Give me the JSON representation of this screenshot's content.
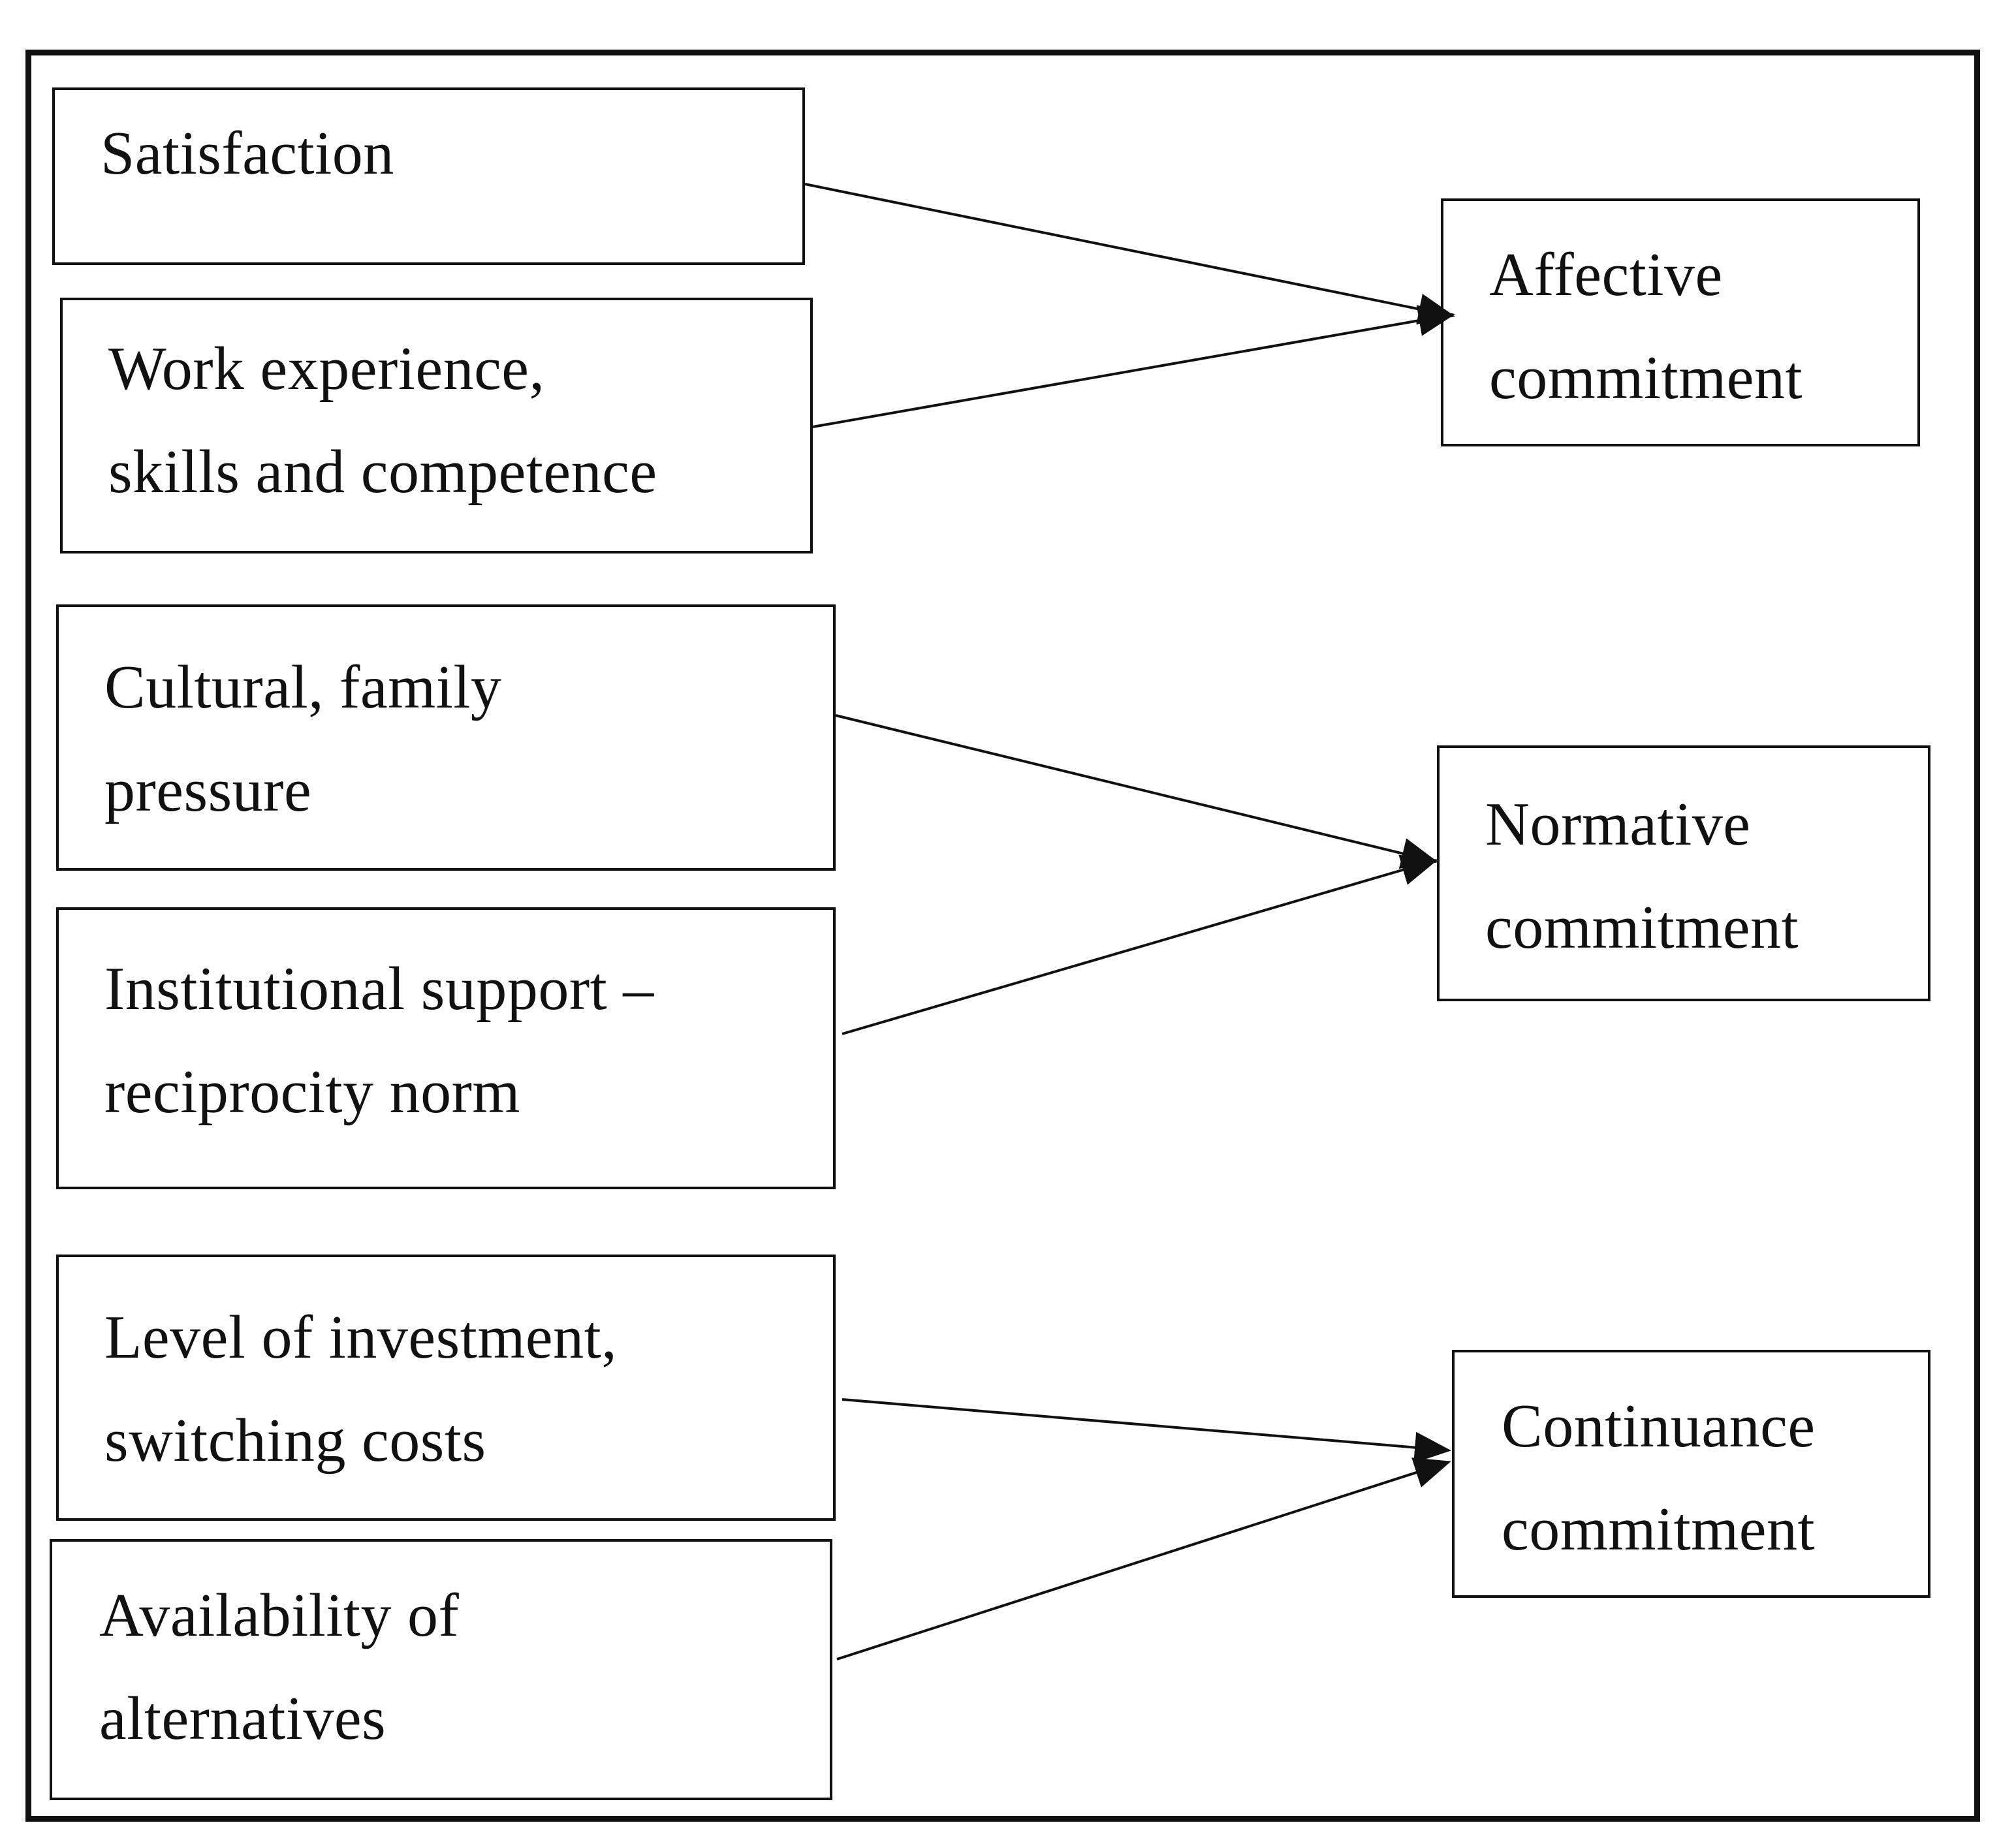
{
  "factors": {
    "satisfaction": "Satisfaction",
    "work_experience": [
      "Work experience,",
      "skills and competence"
    ],
    "cultural_pressure": [
      "Cultural, family",
      "pressure"
    ],
    "institutional_support": [
      "Institutional support –",
      "reciprocity norm"
    ],
    "investment": [
      "Level of investment,",
      "switching costs"
    ],
    "alternatives": [
      "Availability of",
      "alternatives"
    ]
  },
  "outcomes": {
    "affective": [
      "Affective",
      "commitment"
    ],
    "normative": [
      "Normative",
      "commitment"
    ],
    "continuance": [
      "Continuance",
      "commitment"
    ]
  },
  "links": [
    {
      "from": "Satisfaction",
      "to": "Affective commitment"
    },
    {
      "from": "Work experience, skills and competence",
      "to": "Affective commitment"
    },
    {
      "from": "Cultural, family pressure",
      "to": "Normative commitment"
    },
    {
      "from": "Institutional support – reciprocity norm",
      "to": "Normative commitment"
    },
    {
      "from": "Level of investment, switching costs",
      "to": "Continuance commitment"
    },
    {
      "from": "Availability of alternatives",
      "to": "Continuance commitment"
    }
  ]
}
